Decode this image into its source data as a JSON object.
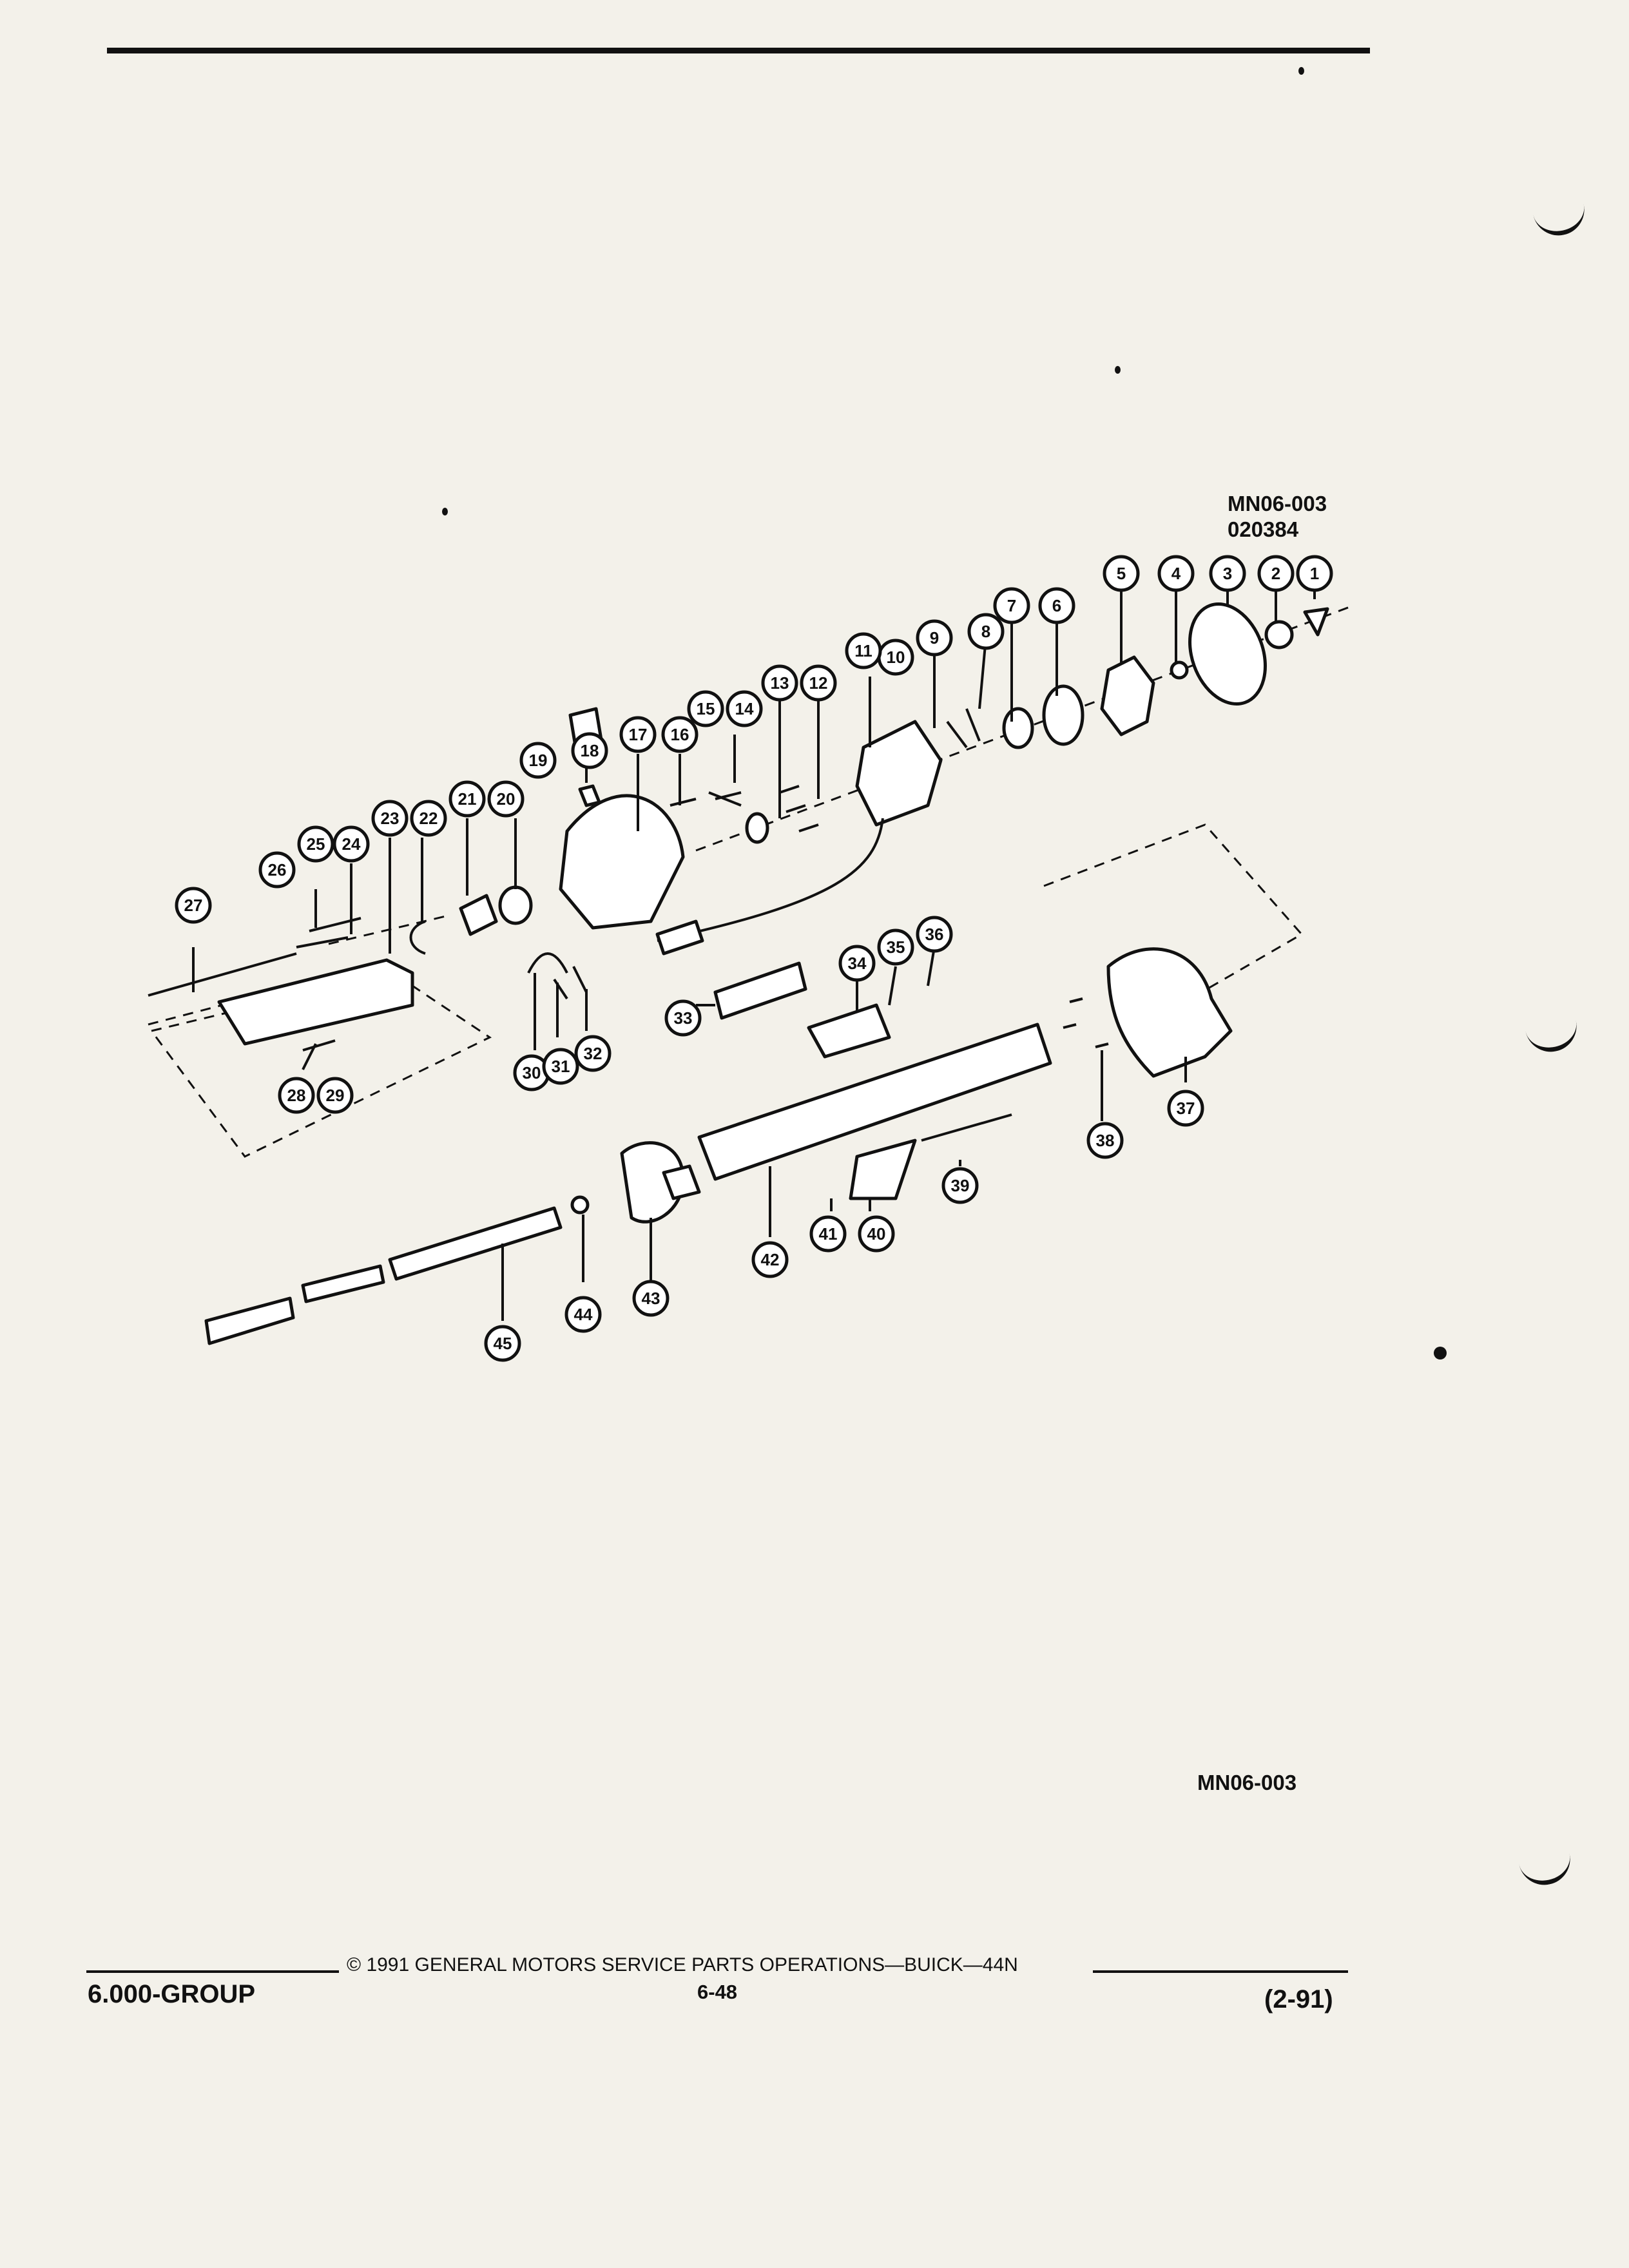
{
  "header": {
    "reference_code": "MN06-003",
    "reference_date": "020384"
  },
  "figure": {
    "figure_id": "MN06-003",
    "callouts": [
      "1",
      "2",
      "3",
      "4",
      "5",
      "6",
      "7",
      "8",
      "9",
      "10",
      "11",
      "12",
      "13",
      "14",
      "15",
      "16",
      "17",
      "18",
      "19",
      "20",
      "21",
      "22",
      "23",
      "24",
      "25",
      "26",
      "27",
      "28",
      "29",
      "30",
      "31",
      "32",
      "33",
      "34",
      "35",
      "36",
      "37",
      "38",
      "39",
      "40",
      "41",
      "42",
      "43",
      "44",
      "45"
    ]
  },
  "footer": {
    "group": "6.000-GROUP",
    "copyright": "© 1991 GENERAL MOTORS SERVICE PARTS OPERATIONS—BUICK—44N",
    "page": "6-48",
    "revision": "(2-91)"
  }
}
